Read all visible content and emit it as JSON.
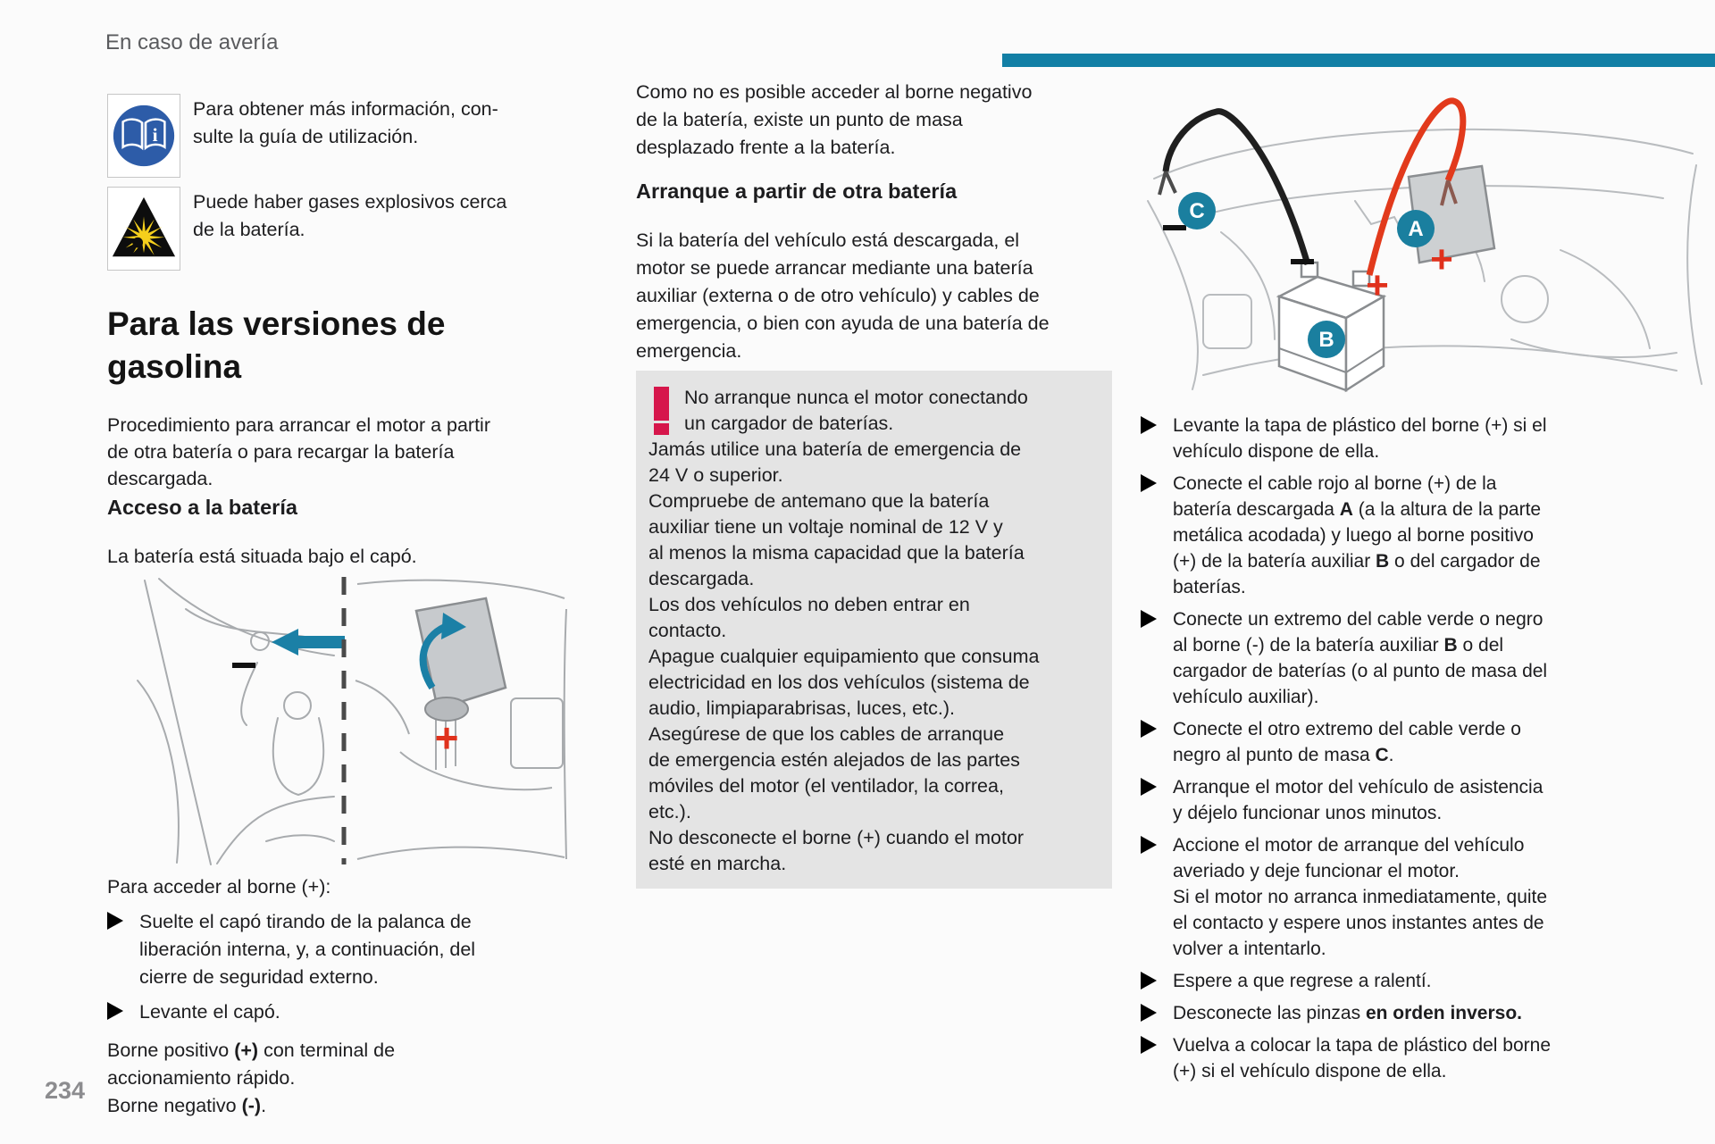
{
  "colors": {
    "accent_teal": "#127fa5",
    "warning_red": "#d6164b",
    "cable_red": "#e23a1c",
    "cable_black": "#1f1f1f",
    "manual_icon_blue": "#2d5ca8",
    "hazard_yellow": "#f5cf1c",
    "box_gray": "#e4e4e4"
  },
  "page": {
    "section_header": "En caso de avería",
    "page_number": "234"
  },
  "col1": {
    "notes": [
      {
        "icon": "owner-manual-book-icon",
        "segments": [
          {
            "t": "Para obtener más información, con-"
          },
          {
            "nl": true
          },
          {
            "t": "sulte la guía de utilización."
          }
        ]
      },
      {
        "icon": "explosive-gases-warning-icon",
        "segments": [
          {
            "t": "Puede haber gases explosivos cerca"
          },
          {
            "nl": true
          },
          {
            "t": "de la batería."
          }
        ]
      }
    ],
    "title_segments": [
      {
        "t": "Para las versiones de"
      },
      {
        "nl": true
      },
      {
        "t": "gasolina"
      }
    ],
    "intro_segments": [
      {
        "t": "Procedimiento para arrancar el motor a partir"
      },
      {
        "nl": true
      },
      {
        "t": "de otra batería o para recargar la batería"
      },
      {
        "nl": true
      },
      {
        "t": "descargada."
      }
    ],
    "subhead": "Acceso a la batería",
    "location_line": "La batería está situada bajo el capó.",
    "figure1": {
      "plus": "+"
    },
    "access_line": "Para acceder al borne (+):",
    "steps": [
      {
        "segments": [
          {
            "t": "Suelte el capó tirando de la palanca de"
          },
          {
            "nl": true
          },
          {
            "t": "liberación interna, y, a continuación, del"
          },
          {
            "nl": true
          },
          {
            "t": "cierre de seguridad externo."
          }
        ]
      },
      {
        "segments": [
          {
            "t": "Levante el capó."
          }
        ]
      }
    ],
    "terminal_segments": [
      {
        "t": "Borne positivo "
      },
      {
        "t": "(+)",
        "b": true
      },
      {
        "t": " con terminal de"
      },
      {
        "nl": true
      },
      {
        "t": "accionamiento rápido."
      },
      {
        "nl": true
      },
      {
        "t": "Borne negativo "
      },
      {
        "t": "(-)",
        "b": true
      },
      {
        "t": "."
      }
    ]
  },
  "col2": {
    "p1_segments": [
      {
        "t": "Como no es posible acceder al borne negativo"
      },
      {
        "nl": true
      },
      {
        "t": "de la batería, existe un punto de masa"
      },
      {
        "nl": true
      },
      {
        "t": "desplazado frente a la batería."
      }
    ],
    "subhead": "Arranque a partir de otra batería",
    "p2_segments": [
      {
        "t": "Si la batería del vehículo está descargada, el"
      },
      {
        "nl": true
      },
      {
        "t": "motor se puede arrancar mediante una batería"
      },
      {
        "nl": true
      },
      {
        "t": "auxiliar (externa o de otro vehículo) y cables de"
      },
      {
        "nl": true
      },
      {
        "t": "emergencia, o bien con ayuda de una batería de"
      },
      {
        "nl": true
      },
      {
        "t": "emergencia."
      }
    ],
    "warning": {
      "paragraphs": [
        {
          "segments": [
            {
              "t": "No arranque nunca el motor conectando"
            },
            {
              "nl": true
            },
            {
              "t": "un cargador de baterías."
            }
          ]
        },
        {
          "segments": [
            {
              "t": "Jamás utilice una batería de emergencia de"
            },
            {
              "nl": true
            },
            {
              "t": "24 V o superior."
            }
          ]
        },
        {
          "segments": [
            {
              "t": "Compruebe de antemano que la batería"
            },
            {
              "nl": true
            },
            {
              "t": "auxiliar tiene un voltaje nominal de 12 V y"
            },
            {
              "nl": true
            },
            {
              "t": "al menos la misma capacidad que la batería"
            },
            {
              "nl": true
            },
            {
              "t": "descargada."
            }
          ]
        },
        {
          "segments": [
            {
              "t": "Los dos vehículos no deben entrar en"
            },
            {
              "nl": true
            },
            {
              "t": "contacto."
            }
          ]
        },
        {
          "segments": [
            {
              "t": "Apague cualquier equipamiento que consuma"
            },
            {
              "nl": true
            },
            {
              "t": "electricidad en los dos vehículos (sistema de"
            },
            {
              "nl": true
            },
            {
              "t": "audio, limpiaparabrisas, luces, etc.)."
            }
          ]
        },
        {
          "segments": [
            {
              "t": "Asegúrese de que los cables de arranque"
            },
            {
              "nl": true
            },
            {
              "t": "de emergencia estén alejados de las partes"
            },
            {
              "nl": true
            },
            {
              "t": "móviles del motor (el ventilador, la correa,"
            },
            {
              "nl": true
            },
            {
              "t": "etc.)."
            }
          ]
        },
        {
          "segments": [
            {
              "t": "No desconecte el borne (+) cuando el motor"
            },
            {
              "nl": true
            },
            {
              "t": "esté en marcha."
            }
          ]
        }
      ]
    }
  },
  "col3": {
    "figure": {
      "labels": [
        "A",
        "B",
        "C"
      ],
      "plus": "+"
    },
    "steps": [
      {
        "segments": [
          {
            "t": "Levante la tapa de plástico del borne (+) si el"
          },
          {
            "nl": true
          },
          {
            "t": "vehículo dispone de ella."
          }
        ]
      },
      {
        "segments": [
          {
            "t": "Conecte el cable rojo al borne (+) de la"
          },
          {
            "nl": true
          },
          {
            "t": "batería descargada "
          },
          {
            "t": "A",
            "b": true
          },
          {
            "t": " (a la altura de la parte"
          },
          {
            "nl": true
          },
          {
            "t": "metálica acodada) y luego al borne positivo"
          },
          {
            "nl": true
          },
          {
            "t": "(+) de la batería auxiliar "
          },
          {
            "t": "B",
            "b": true
          },
          {
            "t": " o del cargador de"
          },
          {
            "nl": true
          },
          {
            "t": "baterías."
          }
        ]
      },
      {
        "segments": [
          {
            "t": "Conecte un extremo del cable verde o negro"
          },
          {
            "nl": true
          },
          {
            "t": "al borne (-) de la batería auxiliar "
          },
          {
            "t": "B",
            "b": true
          },
          {
            "t": " o del"
          },
          {
            "nl": true
          },
          {
            "t": "cargador de baterías (o al punto de masa del"
          },
          {
            "nl": true
          },
          {
            "t": "vehículo auxiliar)."
          }
        ]
      },
      {
        "segments": [
          {
            "t": "Conecte el otro extremo del cable verde o"
          },
          {
            "nl": true
          },
          {
            "t": "negro al punto de masa "
          },
          {
            "t": "C",
            "b": true
          },
          {
            "t": "."
          }
        ]
      },
      {
        "segments": [
          {
            "t": "Arranque el motor del vehículo de asistencia"
          },
          {
            "nl": true
          },
          {
            "t": "y déjelo funcionar unos minutos."
          }
        ]
      },
      {
        "segments": [
          {
            "t": "Accione el motor de arranque del vehículo"
          },
          {
            "nl": true
          },
          {
            "t": "averiado y deje funcionar el motor."
          },
          {
            "nl": true
          },
          {
            "t": "Si el motor no arranca inmediatamente, quite"
          },
          {
            "nl": true
          },
          {
            "t": "el contacto y espere unos instantes antes de"
          },
          {
            "nl": true
          },
          {
            "t": "volver a intentarlo."
          }
        ]
      },
      {
        "segments": [
          {
            "t": "Espere a que regrese a ralentí."
          }
        ]
      },
      {
        "segments": [
          {
            "t": "Desconecte las pinzas "
          },
          {
            "t": "en orden inverso.",
            "b": true
          }
        ]
      },
      {
        "segments": [
          {
            "t": "Vuelva a colocar la tapa de plástico del borne"
          },
          {
            "nl": true
          },
          {
            "t": "(+) si el vehículo dispone de ella."
          }
        ]
      }
    ]
  }
}
